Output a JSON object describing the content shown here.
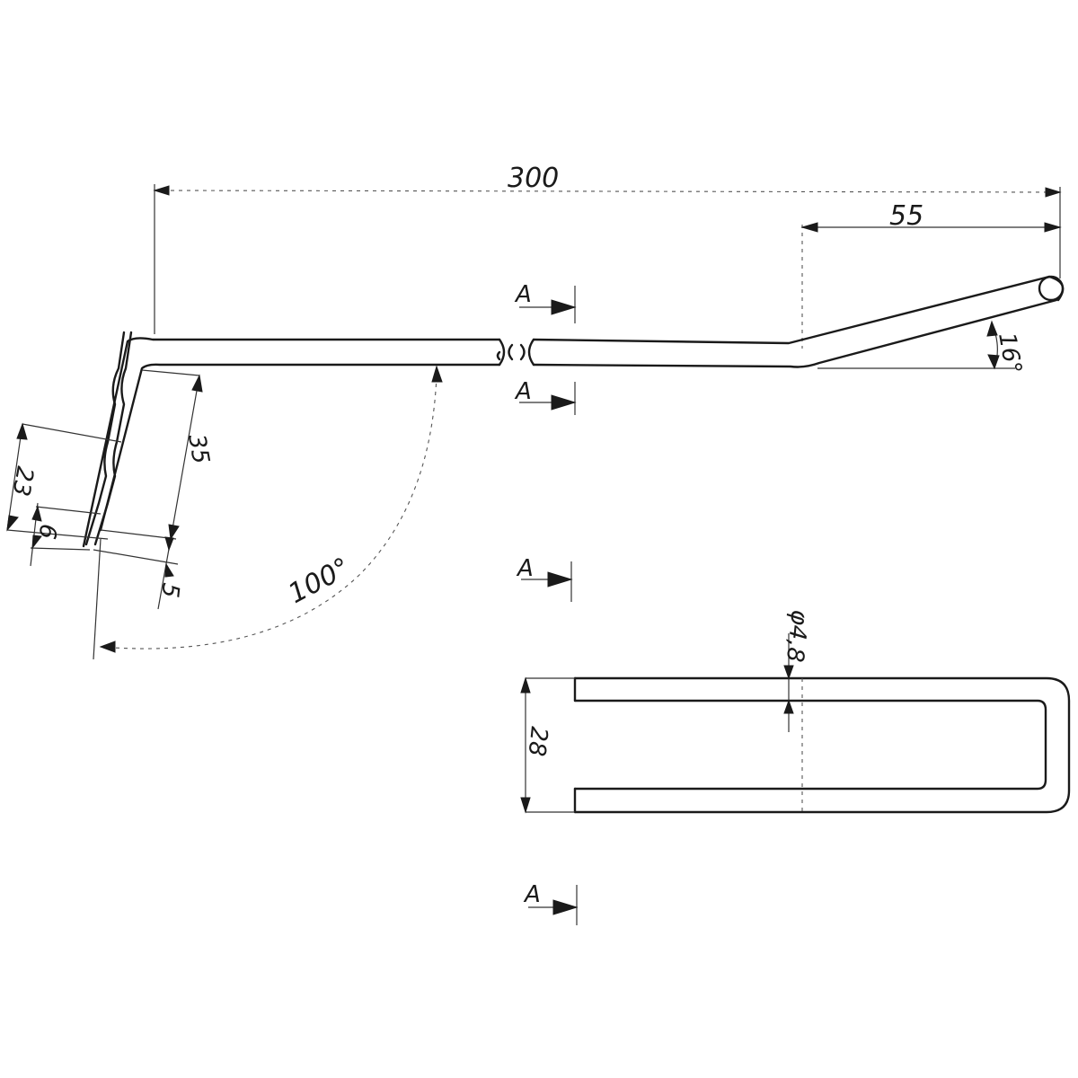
{
  "dimensions": {
    "overall_length": "300",
    "tip_length": "55",
    "tip_angle": "16°",
    "arm_length": "35",
    "plate_height": "23",
    "hook_height": "6",
    "hook_depth": "5",
    "bend_angle": "100°",
    "wire_diameter": "φ4,8",
    "prong_spacing": "28"
  },
  "section_markers": {
    "label": "A"
  },
  "colors": {
    "ink": "#1a1a1a",
    "paper": "#ffffff"
  }
}
